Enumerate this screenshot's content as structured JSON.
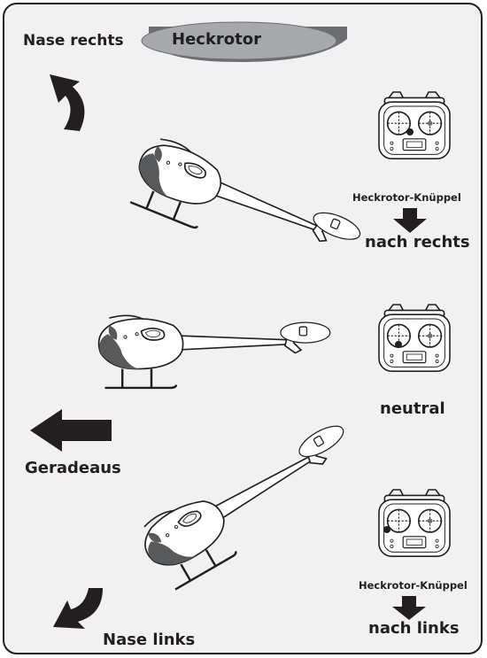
{
  "title": "Heckrotor",
  "labels": {
    "nose_right": "Nase rechts",
    "straight": "Geradeaus",
    "nose_left": "Nase links"
  },
  "states": [
    {
      "stick_label": "Heckrotor-Knüppel",
      "direction": "nach rechts",
      "stick_position": "right"
    },
    {
      "stick_label": "",
      "direction": "neutral",
      "stick_position": "center"
    },
    {
      "stick_label": "Heckrotor-Knüppel",
      "direction": "nach links",
      "stick_position": "left"
    }
  ],
  "colors": {
    "background": "#f1f1f2",
    "title_pill": "#a7a9ac",
    "ink": "#231f20",
    "helicopter_dark": "#58595b"
  },
  "icons": [
    "arrow-curved-left-up-icon",
    "arrow-left-icon",
    "arrow-curved-down-left-icon",
    "arrow-down-icon",
    "transmitter-icon",
    "helicopter-icon"
  ]
}
